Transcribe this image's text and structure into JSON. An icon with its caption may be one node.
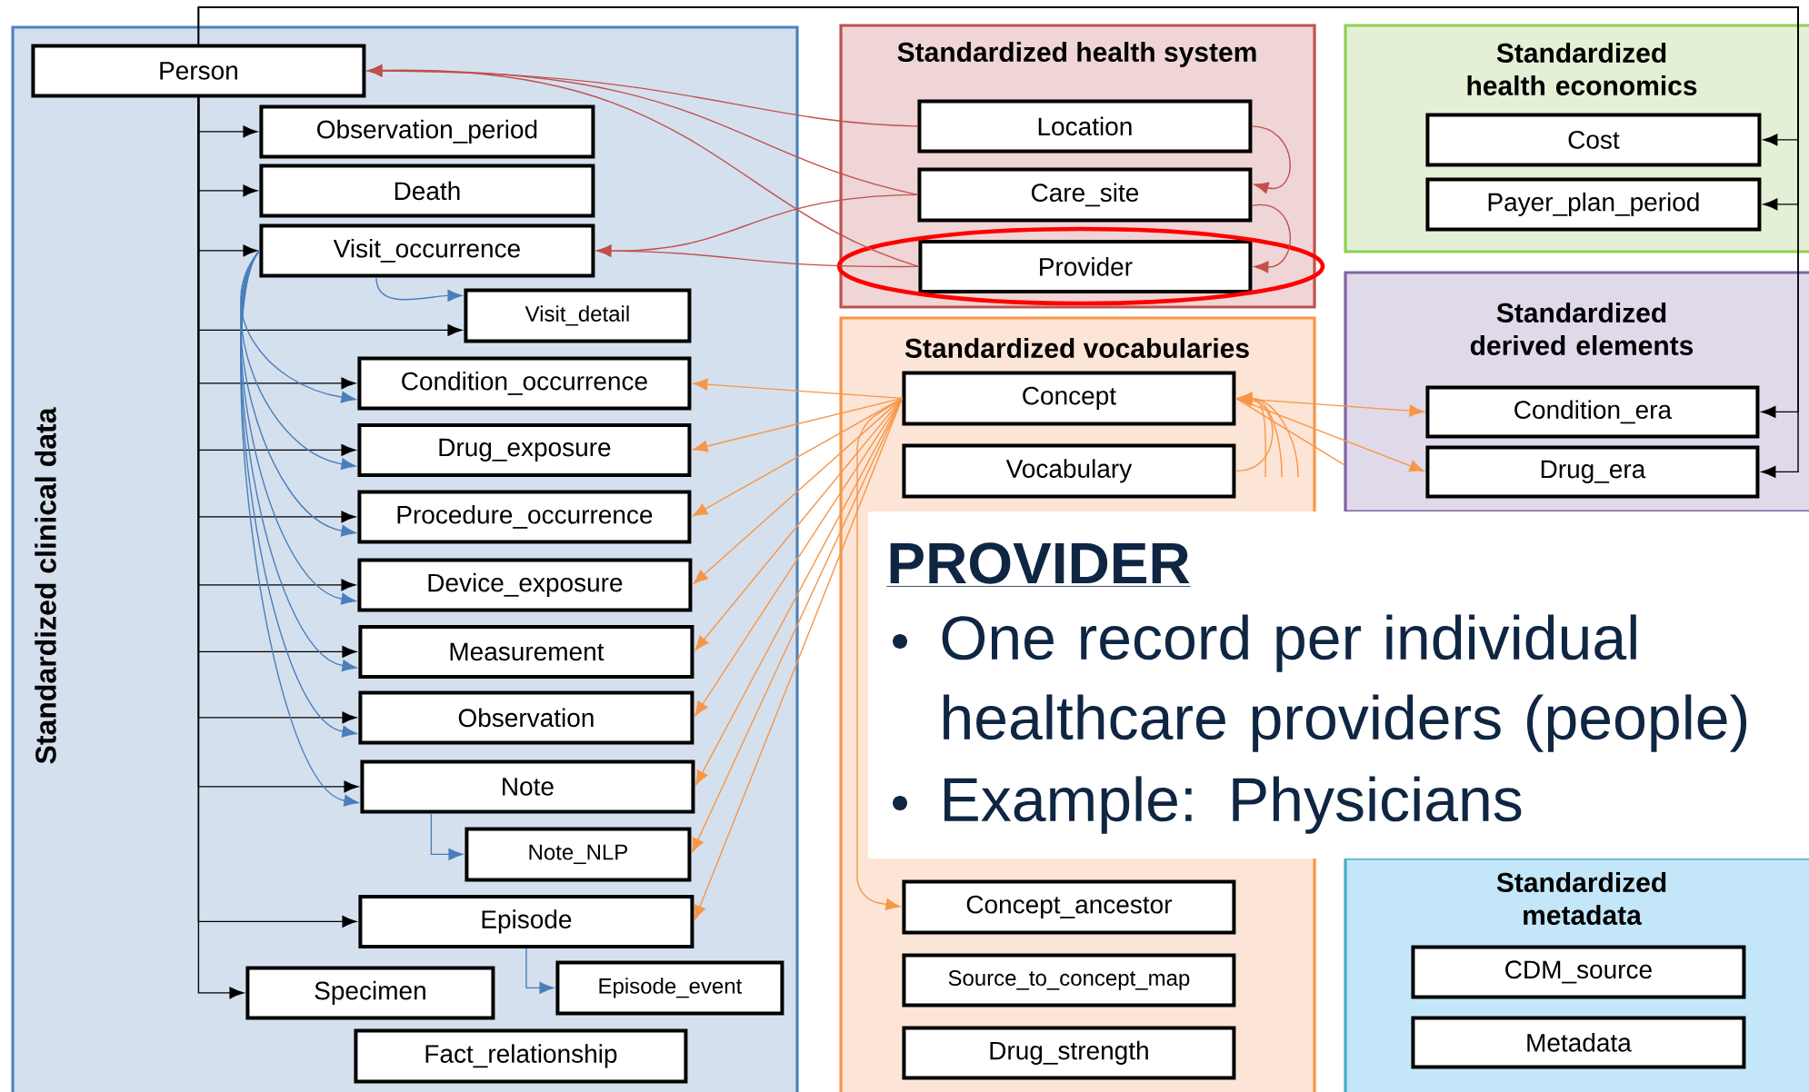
{
  "diagram": {
    "nodes": [
      {
        "text": [
          "Standardized clinical data"
        ]
      },
      {
        "text": [
          "Person"
        ],
        "in": 0
      },
      {
        "text": [
          "Observation_period"
        ],
        "in": 0
      },
      {
        "text": [
          "Death"
        ],
        "in": 0
      },
      {
        "text": [
          "Visit_occurrence"
        ],
        "in": 0
      },
      {
        "text": [
          "Visit_detail"
        ],
        "in": 0
      },
      {
        "text": [
          "Condition_occurrence"
        ],
        "in": 0
      },
      {
        "text": [
          "Drug_exposure"
        ],
        "in": 0
      },
      {
        "text": [
          "Procedure_occurrence"
        ],
        "in": 0
      },
      {
        "text": [
          "Device_exposure"
        ],
        "in": 0
      },
      {
        "text": [
          "Measurement"
        ],
        "in": 0
      },
      {
        "text": [
          "Observation"
        ],
        "in": 0
      },
      {
        "text": [
          "Note"
        ],
        "in": 0
      },
      {
        "text": [
          "Note_NLP"
        ],
        "in": 0
      },
      {
        "text": [
          "Episode"
        ],
        "in": 0
      },
      {
        "text": [
          "Specimen"
        ],
        "in": 0
      },
      {
        "text": [
          "Episode_event"
        ],
        "in": 0
      },
      {
        "text": [
          "Fact_relationship"
        ],
        "in": 0
      },
      {
        "text": [
          "Standardized health system"
        ]
      },
      {
        "text": [
          "Location"
        ],
        "in": 18
      },
      {
        "text": [
          "Care_site"
        ],
        "in": 18
      },
      {
        "text": [
          "Provider"
        ],
        "in": 18
      },
      {
        "text": [
          "Standardized health economics"
        ]
      },
      {
        "text": [
          "Cost"
        ],
        "in": 22
      },
      {
        "text": [
          "Payer_plan_period"
        ],
        "in": 22
      },
      {
        "text": [
          "Standardized vocabularies"
        ]
      },
      {
        "text": [
          "Concept"
        ],
        "in": 25
      },
      {
        "text": [
          "Vocabulary"
        ],
        "in": 25
      },
      {
        "text": [
          "Concept_ancestor"
        ],
        "in": 25
      },
      {
        "text": [
          "Source_to_concept_map"
        ],
        "in": 25
      },
      {
        "text": [
          "Drug_strength"
        ],
        "in": 25
      },
      {
        "text": [
          "Standardized derived elements"
        ]
      },
      {
        "text": [
          "Condition_era"
        ],
        "in": 31
      },
      {
        "text": [
          "Drug_era"
        ],
        "in": 31
      },
      {
        "text": [
          "Standardized metadata"
        ]
      },
      {
        "text": [
          "CDM_source"
        ],
        "in": 34
      },
      {
        "text": [
          "Metadata"
        ],
        "in": 34
      },
      {
        "text": [
          "PROVIDER",
          "One record per individual healthcare providers (people)",
          "Example: Physicians"
        ]
      }
    ],
    "edges": [
      {
        "from": 1,
        "to": 2,
        "arrow": "to"
      },
      {
        "from": 1,
        "to": 3,
        "arrow": "to"
      },
      {
        "from": 1,
        "to": 4,
        "arrow": "to"
      },
      {
        "from": 1,
        "to": 5,
        "arrow": "to"
      },
      {
        "from": 1,
        "to": 6,
        "arrow": "to"
      },
      {
        "from": 1,
        "to": 7,
        "arrow": "to"
      },
      {
        "from": 1,
        "to": 8,
        "arrow": "to"
      },
      {
        "from": 1,
        "to": 9,
        "arrow": "to"
      },
      {
        "from": 1,
        "to": 10,
        "arrow": "to"
      },
      {
        "from": 1,
        "to": 11,
        "arrow": "to"
      },
      {
        "from": 1,
        "to": 12,
        "arrow": "to"
      },
      {
        "from": 1,
        "to": 14,
        "arrow": "to"
      },
      {
        "from": 1,
        "to": 15,
        "arrow": "to"
      },
      {
        "from": 1,
        "to": 23,
        "arrow": "to"
      },
      {
        "from": 1,
        "to": 24,
        "arrow": "to"
      },
      {
        "from": 1,
        "to": 32,
        "arrow": "to"
      },
      {
        "from": 1,
        "to": 33,
        "arrow": "to"
      },
      {
        "from": 19,
        "to": 1,
        "arrow": "to",
        "color": "#c0504d"
      },
      {
        "from": 20,
        "to": 1,
        "arrow": "to",
        "color": "#c0504d"
      },
      {
        "from": 21,
        "to": 1,
        "arrow": "to",
        "color": "#c0504d"
      },
      {
        "from": 20,
        "to": 4,
        "arrow": "to",
        "color": "#c0504d"
      },
      {
        "from": 21,
        "to": 4,
        "arrow": "to",
        "color": "#c0504d"
      },
      {
        "from": 19,
        "to": 20,
        "arrow": "to",
        "color": "#c0504d"
      },
      {
        "from": 20,
        "to": 21,
        "arrow": "to",
        "color": "#c0504d"
      },
      {
        "from": 4,
        "to": 5,
        "arrow": "to",
        "color": "#4a7ebb"
      },
      {
        "from": 4,
        "to": 6,
        "arrow": "to",
        "color": "#4a7ebb"
      },
      {
        "from": 4,
        "to": 7,
        "arrow": "to",
        "color": "#4a7ebb"
      },
      {
        "from": 4,
        "to": 8,
        "arrow": "to",
        "color": "#4a7ebb"
      },
      {
        "from": 4,
        "to": 9,
        "arrow": "to",
        "color": "#4a7ebb"
      },
      {
        "from": 4,
        "to": 10,
        "arrow": "to",
        "color": "#4a7ebb"
      },
      {
        "from": 4,
        "to": 11,
        "arrow": "to",
        "color": "#4a7ebb"
      },
      {
        "from": 4,
        "to": 12,
        "arrow": "to",
        "color": "#4a7ebb"
      },
      {
        "from": 12,
        "to": 13,
        "arrow": "to",
        "color": "#4a7ebb"
      },
      {
        "from": 14,
        "to": 16,
        "arrow": "to",
        "color": "#4a7ebb"
      },
      {
        "from": 26,
        "to": 6,
        "arrow": "to",
        "color": "#f79646"
      },
      {
        "from": 26,
        "to": 7,
        "arrow": "to",
        "color": "#f79646"
      },
      {
        "from": 26,
        "to": 8,
        "arrow": "to",
        "color": "#f79646"
      },
      {
        "from": 26,
        "to": 9,
        "arrow": "to",
        "color": "#f79646"
      },
      {
        "from": 26,
        "to": 10,
        "arrow": "to",
        "color": "#f79646"
      },
      {
        "from": 26,
        "to": 11,
        "arrow": "to",
        "color": "#f79646"
      },
      {
        "from": 26,
        "to": 12,
        "arrow": "to",
        "color": "#f79646"
      },
      {
        "from": 26,
        "to": 13,
        "arrow": "to",
        "color": "#f79646"
      },
      {
        "from": 26,
        "to": 14,
        "arrow": "to",
        "color": "#f79646"
      },
      {
        "from": 26,
        "to": 28,
        "arrow": "to",
        "color": "#f79646"
      },
      {
        "from": 27,
        "to": 26,
        "arrow": "to",
        "color": "#f79646"
      },
      {
        "from": 26,
        "to": 32,
        "arrow": "to",
        "color": "#f79646"
      },
      {
        "from": 26,
        "to": 33,
        "arrow": "to",
        "color": "#f79646"
      },
      {
        "from": null,
        "to": 26,
        "arrow": "to",
        "color": "#f79646"
      },
      {
        "from": null,
        "to": 26,
        "arrow": "to",
        "color": "#f79646"
      },
      {
        "from": null,
        "to": 26,
        "arrow": "to",
        "color": "#f79646"
      },
      {
        "from": 26,
        "to": 31,
        "arrow": "none",
        "color": "#f79646"
      }
    ]
  }
}
